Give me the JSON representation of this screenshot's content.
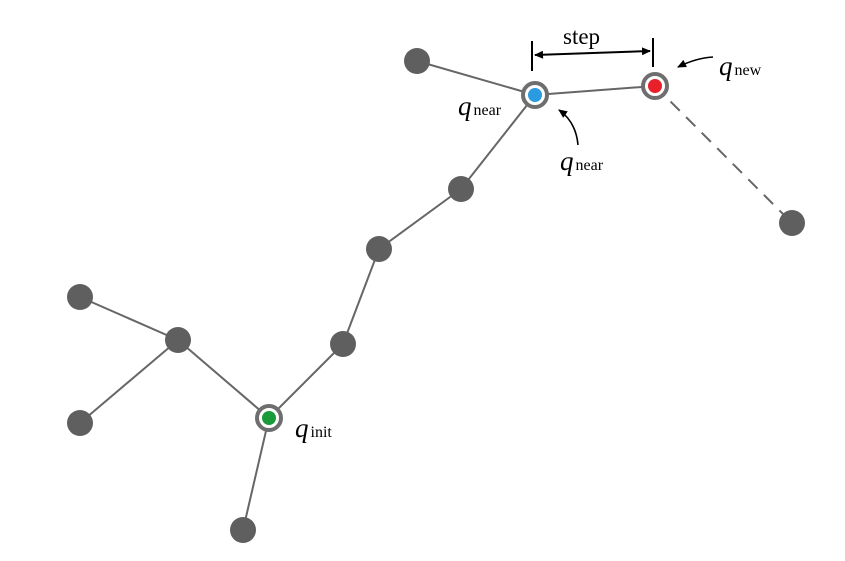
{
  "diagram": {
    "step_label": "step",
    "labels": {
      "q_near_main": {
        "symbol": "q",
        "subscript": "near"
      },
      "q_near_callout": {
        "symbol": "q",
        "subscript": "near"
      },
      "q_new": {
        "symbol": "q",
        "subscript": "new"
      },
      "q_init": {
        "symbol": "q",
        "subscript": "init"
      }
    },
    "colors": {
      "node": "#5f5f5f",
      "edge": "#666666",
      "init_fill": "#1a9b3b",
      "near_fill": "#2a9be0",
      "new_fill": "#e8202a",
      "ring": "#6e6e6e"
    }
  }
}
